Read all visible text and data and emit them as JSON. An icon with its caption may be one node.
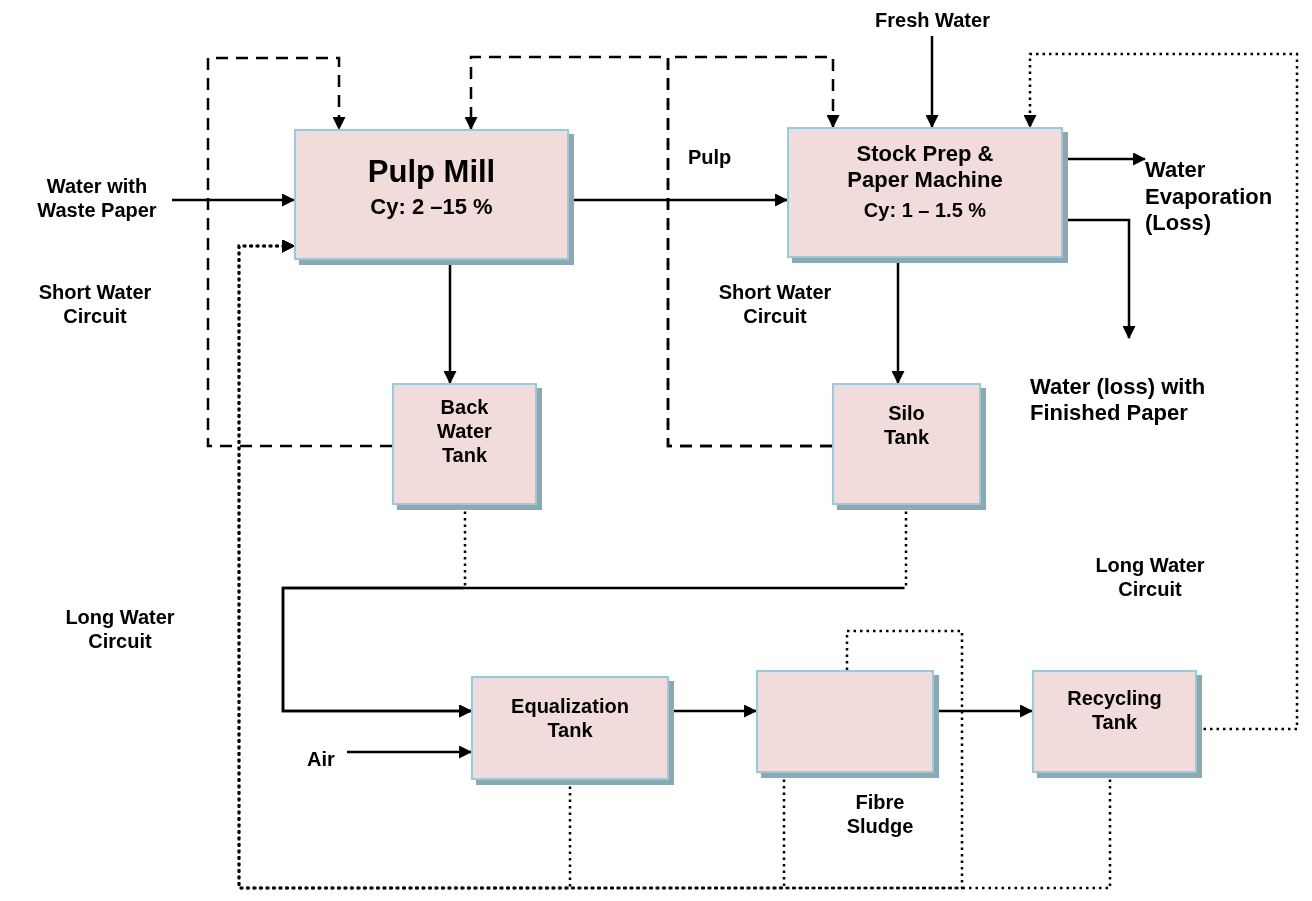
{
  "diagram": {
    "nodes": [
      {
        "text": [
          "Water with Waste Paper"
        ]
      },
      {
        "text": [
          "Pulp Mill",
          "Cy: 2 –15 %"
        ]
      },
      {
        "text": [
          "Fresh Water"
        ]
      },
      {
        "text": [
          "Stock Prep & Paper Machine",
          "Cy: 1 – 1.5 %"
        ]
      },
      {
        "text": [
          "Water Evaporation (Loss)"
        ]
      },
      {
        "text": [
          "Water (loss) with Finished Paper"
        ]
      },
      {
        "text": [
          "Back Water Tank"
        ]
      },
      {
        "text": [
          "Silo Tank"
        ]
      },
      {
        "text": [
          "Air"
        ]
      },
      {
        "text": [
          "Equalization Tank"
        ]
      },
      {
        "text": [],
        "shape": "box"
      },
      {
        "text": [
          "Recycling Tank"
        ]
      }
    ],
    "edges": [
      {
        "from": 0,
        "to": 1,
        "arrow": "to"
      },
      {
        "from": 1,
        "to": 3,
        "arrow": "to",
        "label": "Pulp"
      },
      {
        "from": 2,
        "to": 3,
        "arrow": "to"
      },
      {
        "from": 3,
        "to": 4,
        "arrow": "to"
      },
      {
        "from": 3,
        "to": 5,
        "arrow": "to"
      },
      {
        "from": 1,
        "to": 6,
        "arrow": "to"
      },
      {
        "from": 3,
        "to": 7,
        "arrow": "to"
      },
      {
        "from": 6,
        "to": 1,
        "arrow": "to",
        "style": "dashed"
      },
      {
        "from": 7,
        "to": 1,
        "arrow": "to",
        "style": "dashed"
      },
      {
        "from": 7,
        "to": 3,
        "arrow": "to",
        "style": "dashed"
      },
      {
        "from": 6,
        "to": 9,
        "arrow": "to",
        "style": "dashed"
      },
      {
        "from": 7,
        "to": 9,
        "arrow": "to",
        "style": "dashed"
      },
      {
        "from": 8,
        "to": 9,
        "arrow": "to"
      },
      {
        "from": 9,
        "to": 10,
        "arrow": "to"
      },
      {
        "from": 10,
        "to": 11,
        "arrow": "to"
      },
      {
        "from": 9,
        "to": 1,
        "arrow": "to",
        "style": "dashed"
      },
      {
        "from": 10,
        "to": 1,
        "arrow": "to",
        "style": "dashed"
      },
      {
        "from": 10,
        "to": 1,
        "arrow": "to",
        "style": "dashed"
      },
      {
        "from": 11,
        "to": 1,
        "arrow": "to",
        "style": "dashed"
      },
      {
        "from": 11,
        "to": 3,
        "arrow": "to",
        "style": "dashed"
      }
    ],
    "labels": [
      "Short Water Circuit",
      "Short Water Circuit",
      "Long Water Circuit",
      "Long Water Circuit",
      "Fibre Sludge"
    ]
  }
}
